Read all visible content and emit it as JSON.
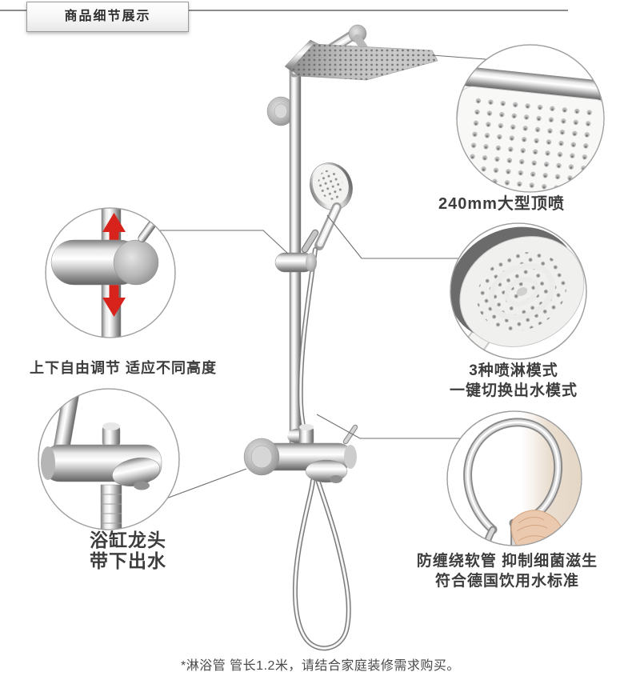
{
  "header": {
    "title": "商品细节展示"
  },
  "features": {
    "top_spray": {
      "label": "240mm大型顶喷"
    },
    "spray_modes": {
      "line1": "3种喷淋模式",
      "line2": "一键切换出水模式"
    },
    "height_adjust": {
      "label": "上下自由调节 适应不同高度"
    },
    "tub_faucet": {
      "line1": "浴缸龙头",
      "line2": "带下出水"
    },
    "hose": {
      "line1": "防缠绕软管 抑制细菌滋生",
      "line2": "符合德国饮用水标准"
    }
  },
  "footnote": "*淋浴管 管长1.2米，请结合家庭装修需求购买。",
  "icons": {
    "adjust_up": "red-arrow-up",
    "adjust_down": "red-arrow-down"
  },
  "colors": {
    "arrow_red": "#d7231b",
    "text_dark": "#3d3d3d",
    "header_rule": "#8c8c8c",
    "circle_border": "#a0a0a0",
    "connector_line": "#6f6f6f",
    "wall_beige": "#e9ddcf",
    "hand_skin": "#ebc9ae"
  }
}
